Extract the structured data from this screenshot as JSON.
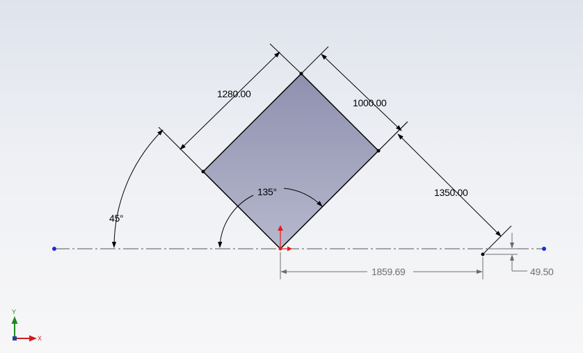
{
  "sketch": {
    "dimensions": {
      "width": "1280.00",
      "height": "1000.00",
      "offset": "1350.00",
      "horizontal": "1859.69",
      "vertical": "49.50",
      "angle_small": "45°",
      "angle_large": "135°"
    },
    "triad": {
      "x_label": "X",
      "y_label": "Y"
    }
  },
  "colors": {
    "rectangle_fill": "#9a9cb8",
    "centerline_point": "#1a2fd6",
    "origin_x_axis": "#e11b1b",
    "triad_x": "#d01c1c",
    "triad_y": "#1f8a1f",
    "driven_dim": "#6e6e6e"
  }
}
